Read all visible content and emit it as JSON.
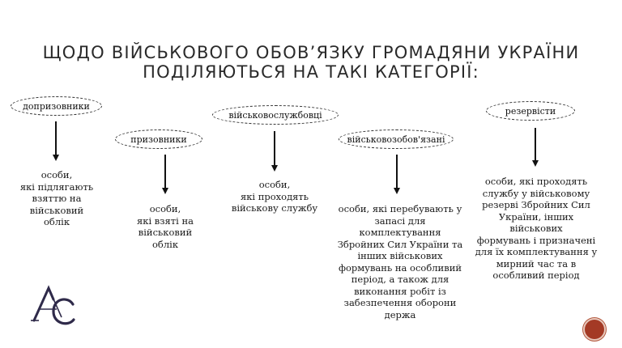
{
  "title": {
    "line1": "ЩОДО ВІЙСЬКОВОГО ОБОВ’ЯЗКУ ГРОМАДЯНИ УКРАЇНИ",
    "line2": "ПОДІЛЯЮТЬСЯ НА ТАКІ КАТЕГОРІЇ:"
  },
  "categories": [
    {
      "label": "допризовники",
      "description": [
        "особи,",
        "які підлягають",
        "взяттю на",
        "військовий",
        "облік"
      ]
    },
    {
      "label": "призовники",
      "description": [
        "особи,",
        "які взяті на",
        "військовий",
        "облік"
      ]
    },
    {
      "label": "військовослужбовці",
      "description": [
        "особи,",
        "які проходять",
        "військову службу"
      ]
    },
    {
      "label": "військовозобов'язані",
      "description": [
        "особи, які перебувають у",
        "запасі для",
        "комплектування",
        "Збройних Сил України та",
        "інших військових",
        "формувань на особливий",
        "період, а також для",
        "виконання робіт із",
        "забезпечення оборони",
        "держа"
      ]
    },
    {
      "label": "резервісти",
      "description": [
        "особи, які проходять",
        "службу у військовому",
        "резерві Збройних Сил",
        "України, інших військових",
        "формувань і призначені",
        "для їх комплектування у",
        "мирний час та в",
        "особливий період"
      ]
    }
  ],
  "colors": {
    "accent": "#a43a25",
    "logo": "#2f2a4a"
  }
}
